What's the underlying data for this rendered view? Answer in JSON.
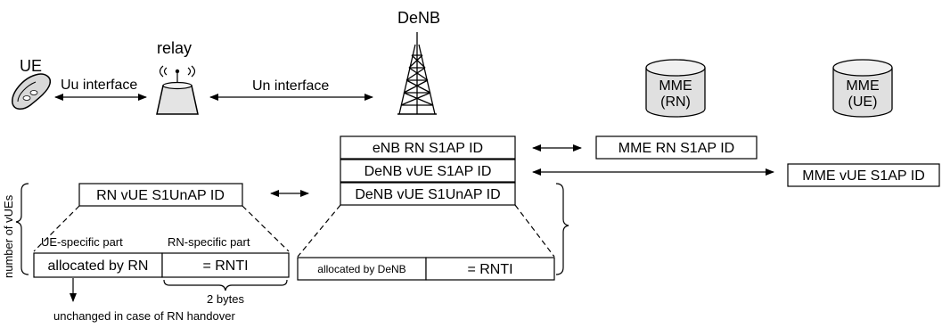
{
  "nodes": {
    "ue": "UE",
    "relay": "relay",
    "denb": "DeNB",
    "mme_rn": [
      "MME",
      "(RN)"
    ],
    "mme_ue": [
      "MME",
      "(UE)"
    ]
  },
  "interfaces": {
    "uu": "Uu interface",
    "un": "Un interface"
  },
  "id_boxes": {
    "enb_rn_s1ap": "eNB RN S1AP ID",
    "denb_vue_s1ap": "DeNB vUE S1AP ID",
    "denb_vue_s1unap": "DeNB vUE S1UnAP ID",
    "rn_vue_s1unap": "RN vUE S1UnAP ID",
    "mme_rn_s1ap": "MME RN S1AP ID",
    "mme_vue_s1ap": "MME vUE S1AP ID"
  },
  "rn_breakdown": {
    "ue_specific": "UE-specific part",
    "rn_specific": "RN-specific part",
    "allocated_by_rn": "allocated by RN",
    "rnti": "= RNTI",
    "bytes": "2 bytes",
    "note": "unchanged in case of RN handover"
  },
  "denb_breakdown": {
    "allocated_by_denb": "allocated by DeNB",
    "rnti": "= RNTI"
  },
  "side_label": "number of vUEs"
}
